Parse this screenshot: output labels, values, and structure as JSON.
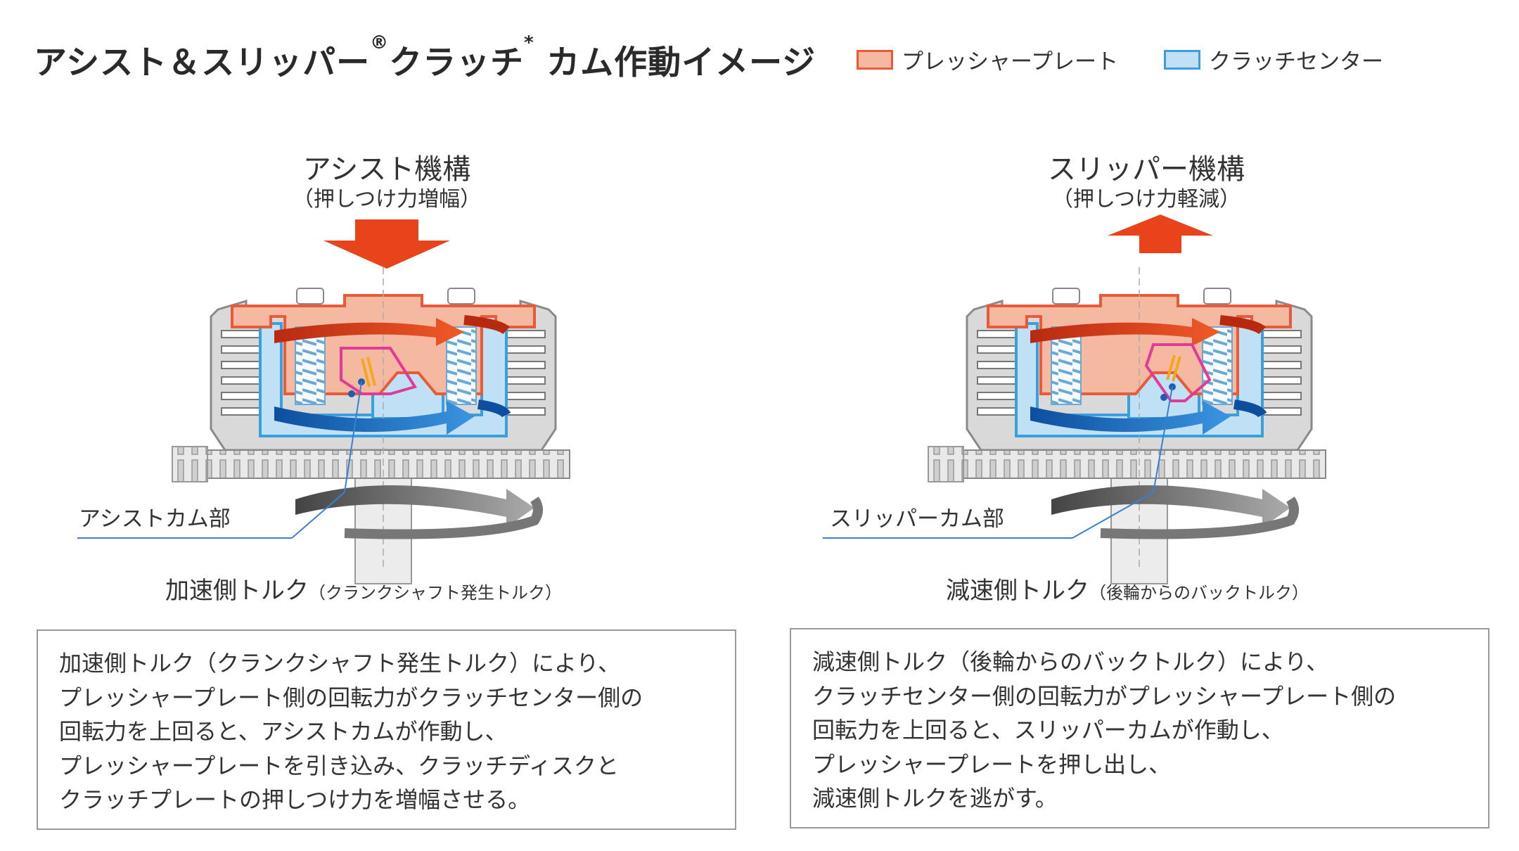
{
  "title": {
    "main": "アシスト＆スリッパー",
    "reg": "®",
    "tail": "クラッチ",
    "star": "*",
    "end": " カム作動イメージ"
  },
  "legend": [
    {
      "label": "プレッシャープレート",
      "color": "#f5b8a0",
      "border": "#e85a3a"
    },
    {
      "label": "クラッチセンター",
      "color": "#bfe0f5",
      "border": "#3b9fdc"
    }
  ],
  "colors": {
    "pressure_plate": "#f5b8a0",
    "pressure_plate_edge": "#e85a3a",
    "clutch_center": "#bfe0f5",
    "clutch_center_edge": "#3b9fdc",
    "cam_highlight": "#e03c96",
    "arrow_red": "#e8441c",
    "arrow_blue": "#1a6fc4",
    "housing": "#d9d9d9"
  },
  "assist": {
    "title": "アシスト機構",
    "subtitle": "（押しつけ力増幅）",
    "cam_label": "アシストカム部",
    "caption_main": "加速側トルク",
    "caption_sub": "（クランクシャフト発生トルク）",
    "description": [
      "加速側トルク（クランクシャフト発生トルク）により、",
      "プレッシャープレート側の回転力がクラッチセンター側の",
      "回転力を上回ると、アシストカムが作動し、",
      "プレッシャープレートを引き込み、クラッチディスクと",
      "クラッチプレートの押しつけ力を増幅させる。"
    ]
  },
  "slipper": {
    "title": "スリッパー機構",
    "subtitle": "（押しつけ力軽減）",
    "cam_label": "スリッパーカム部",
    "caption_main": "減速側トルク",
    "caption_sub": "（後輪からのバックトルク）",
    "description": [
      "減速側トルク（後輪からのバックトルク）により、",
      "クラッチセンター側の回転力がプレッシャープレート側の",
      "回転力を上回ると、スリッパーカムが作動し、",
      "プレッシャープレートを押し出し、",
      "減速側トルクを逃がす。"
    ]
  }
}
